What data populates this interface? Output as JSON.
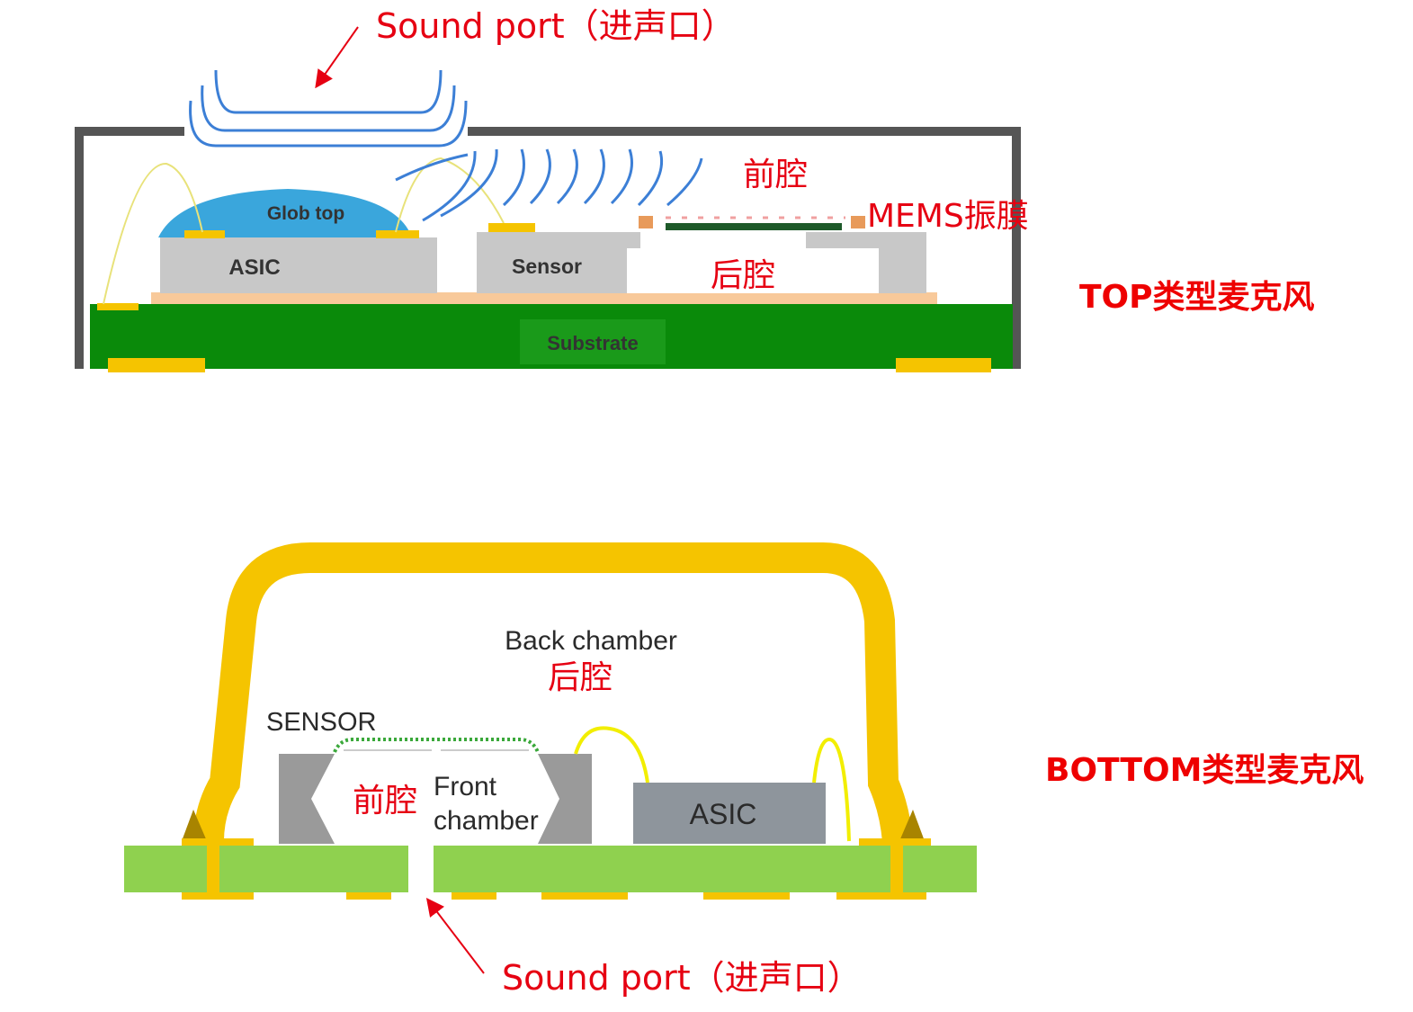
{
  "top_diagram": {
    "title": "TOP类型麦克风",
    "sound_port_label": "Sound port（进声口）",
    "front_chamber_label": "前腔",
    "back_chamber_label": "后腔",
    "membrane_label": "MEMS振膜",
    "chip_labels": {
      "glob_top": "Glob top",
      "asic": "ASIC",
      "sensor": "Sensor",
      "substrate": "Substrate"
    }
  },
  "bottom_diagram": {
    "title": "BOTTOM类型麦克风",
    "sound_port_label": "Sound port（进声口）",
    "back_chamber_en": "Back chamber",
    "back_chamber_cn": "后腔",
    "front_chamber_cn": "前腔",
    "front_chamber_en_line1": "Front",
    "front_chamber_en_line2": "chamber",
    "sensor_label": "SENSOR",
    "asic_label": "ASIC"
  },
  "colors": {
    "annotation_red": "#e60012",
    "lid_gray": "#555555",
    "substrate_green_dark": "#0a8a0a",
    "substrate_green_light": "#8fd14f",
    "gold": "#f5c400",
    "wave_blue": "#3c7fd6",
    "chip_gray": "#c8c8c8",
    "glob_blue": "#3aa6dc"
  }
}
